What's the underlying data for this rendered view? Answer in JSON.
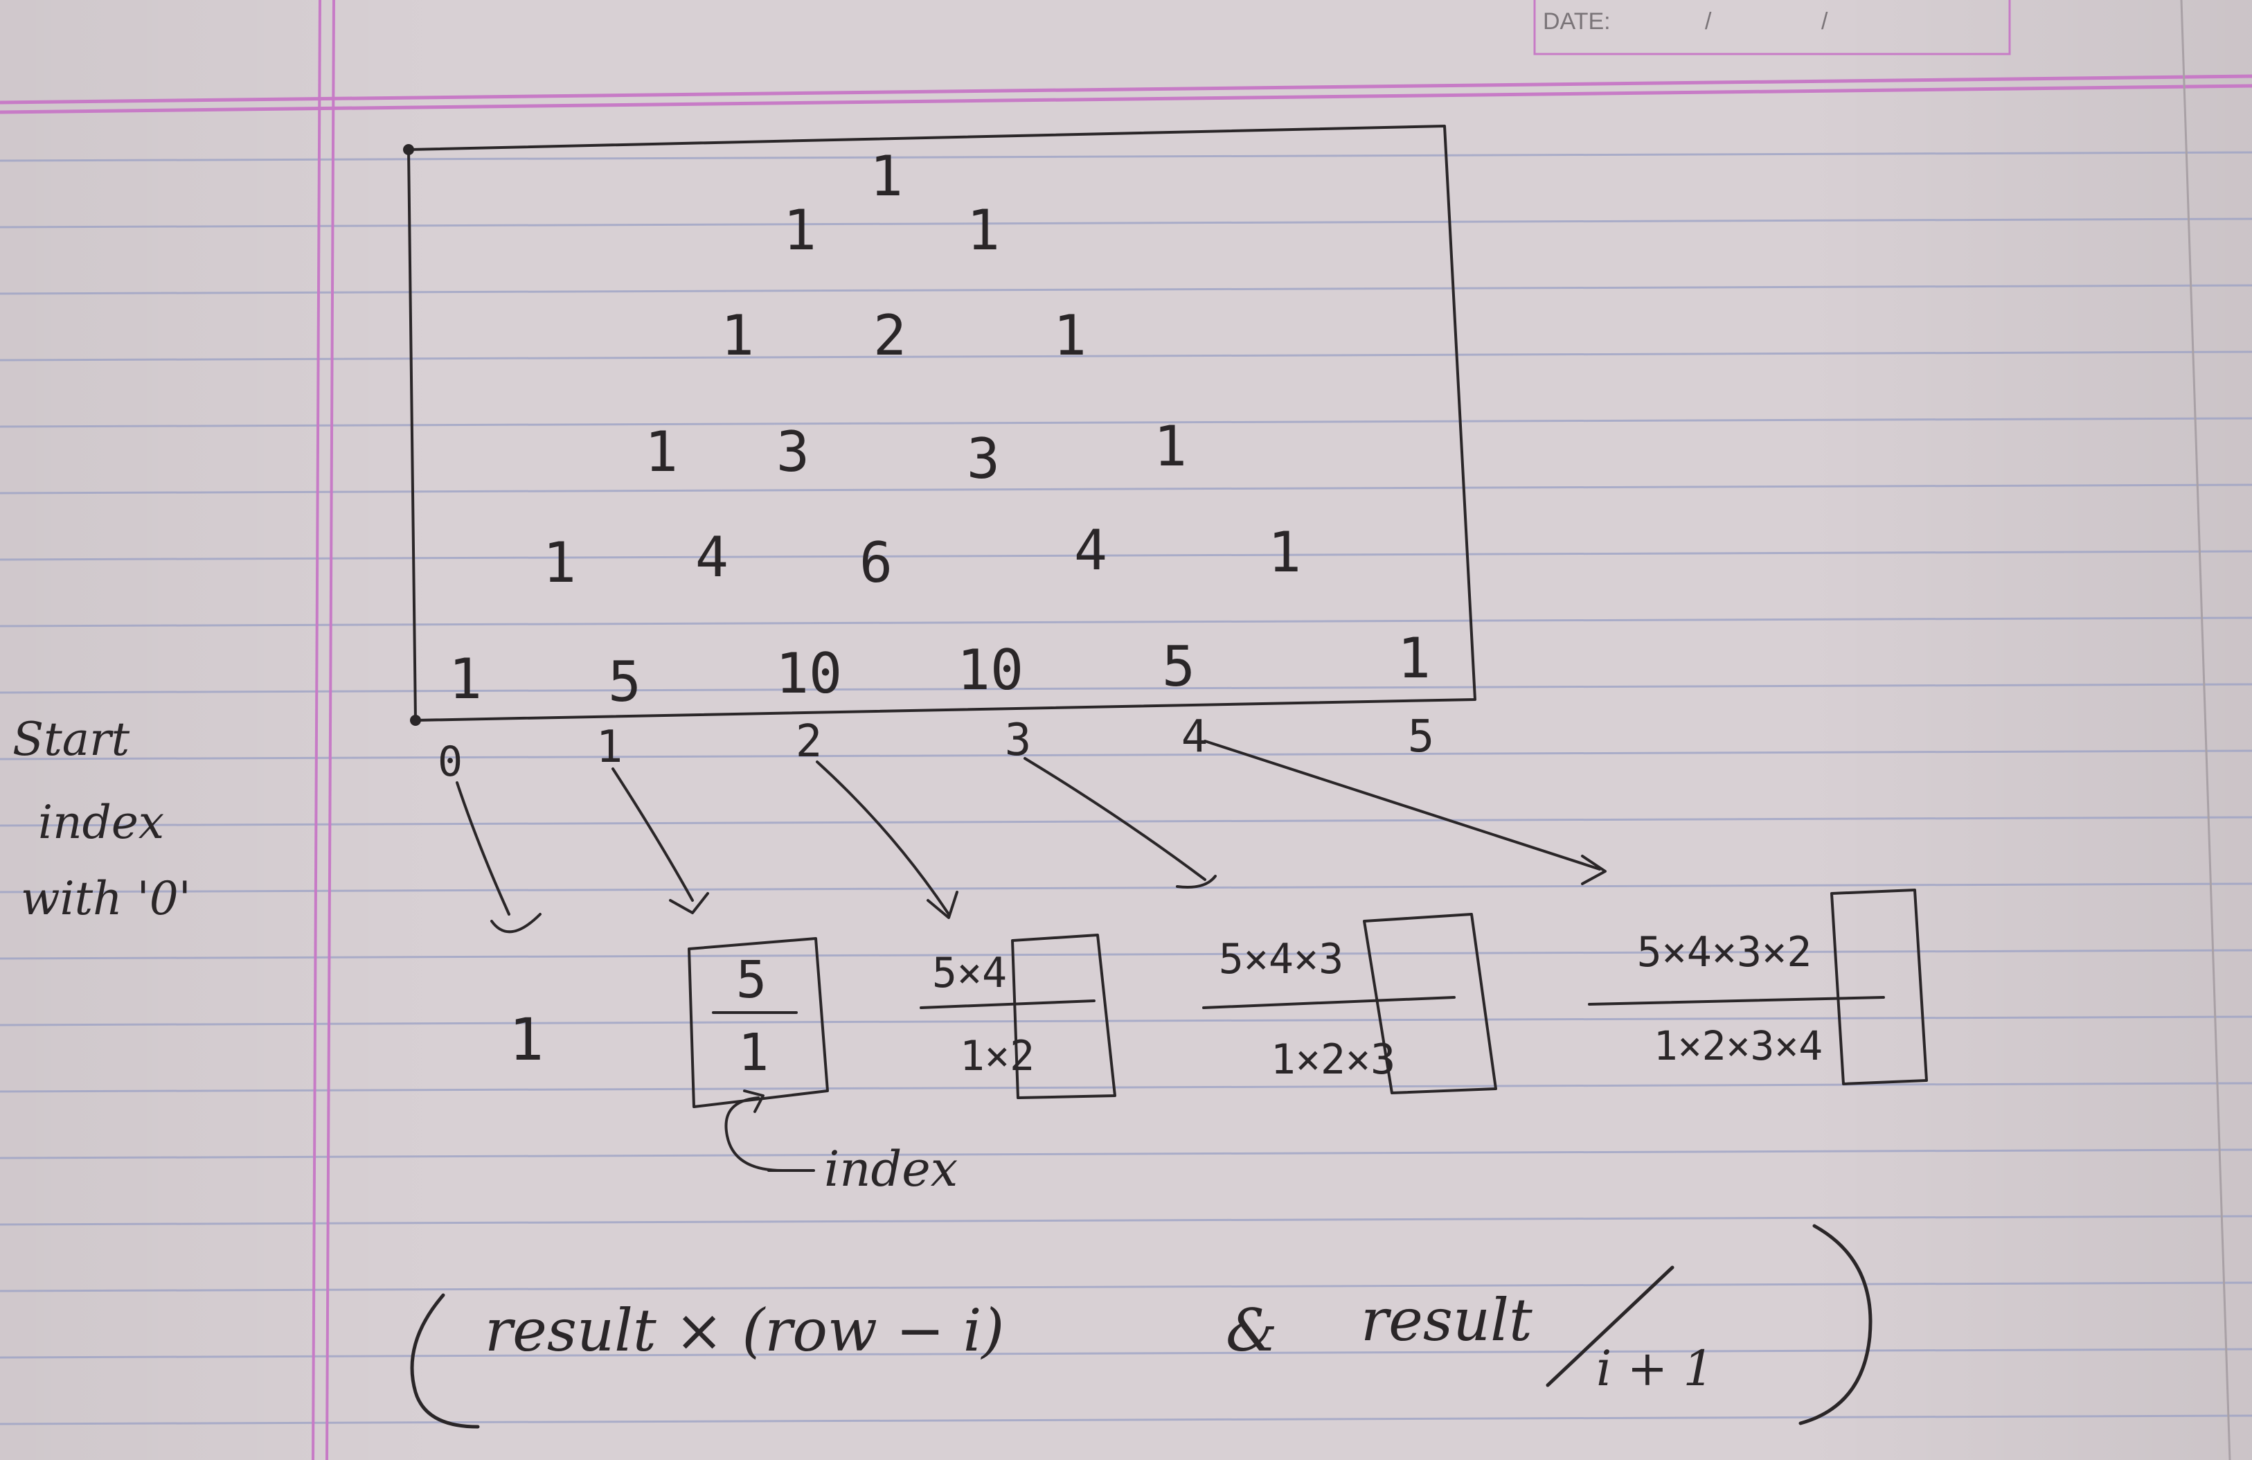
{
  "header": {
    "date_label": "DATE:",
    "date_sep1": "/",
    "date_sep2": "/"
  },
  "triangle_rows": [
    [
      "1"
    ],
    [
      "1",
      "1"
    ],
    [
      "1",
      "2",
      "1"
    ],
    [
      "1",
      "3",
      "3",
      "1"
    ],
    [
      "1",
      "4",
      "6",
      "4",
      "1"
    ],
    [
      "1",
      "5",
      "10",
      "10",
      "5",
      "1"
    ]
  ],
  "side_note": [
    "Start",
    "index",
    "with '0'"
  ],
  "indices": [
    "0",
    "1",
    "2",
    "3",
    "4",
    "5"
  ],
  "results": {
    "r0": "1",
    "r1": {
      "num": "5",
      "den": "1"
    },
    "r2": {
      "num": "5×4",
      "den": "1×2"
    },
    "r3": {
      "num": "5×4×3",
      "den": "1×2×3"
    },
    "r4": {
      "num": "5×4×3×2",
      "den": "1×2×3×4"
    }
  },
  "index_note": "index",
  "formula": {
    "part1": "result × (row − i)",
    "amp": "&",
    "part2": "result",
    "divisor": "i + 1"
  },
  "colors": {
    "paper": "#d8d0d4",
    "rule": "#9aa0c4",
    "margin": "#c77bc6",
    "ink": "#2a2628"
  }
}
